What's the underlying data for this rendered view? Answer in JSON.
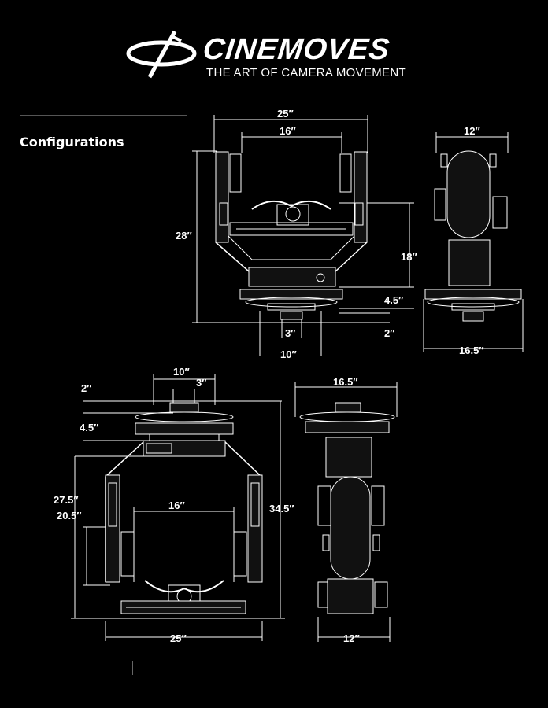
{
  "brand": {
    "name": "CINEMOVES",
    "tagline": "THE ART OF CAMERA MOVEMENT"
  },
  "section": {
    "heading": "Configurations"
  },
  "colors": {
    "background": "#000000",
    "line": "#ffffff",
    "rule": "#555555"
  },
  "configurations": {
    "top_front": {
      "overall_width": "25″",
      "inner_width": "16″",
      "overall_height": "28″",
      "body_height": "18″",
      "base_height": "4.5″",
      "mount_height": "2″",
      "mount_width": "3″",
      "plate_width": "10″"
    },
    "top_side": {
      "top_width": "12″",
      "base_width": "16.5″"
    },
    "bottom_front": {
      "plate_width": "10″",
      "mount_width": "3″",
      "mount_height": "2″",
      "base_height": "4.5″",
      "overall_height": "27.5″",
      "body_height": "20.5″",
      "inner_width": "16″",
      "total_height": "34.5″",
      "overall_width": "25″"
    },
    "bottom_side": {
      "top_width": "16.5″",
      "base_width": "12″"
    }
  }
}
